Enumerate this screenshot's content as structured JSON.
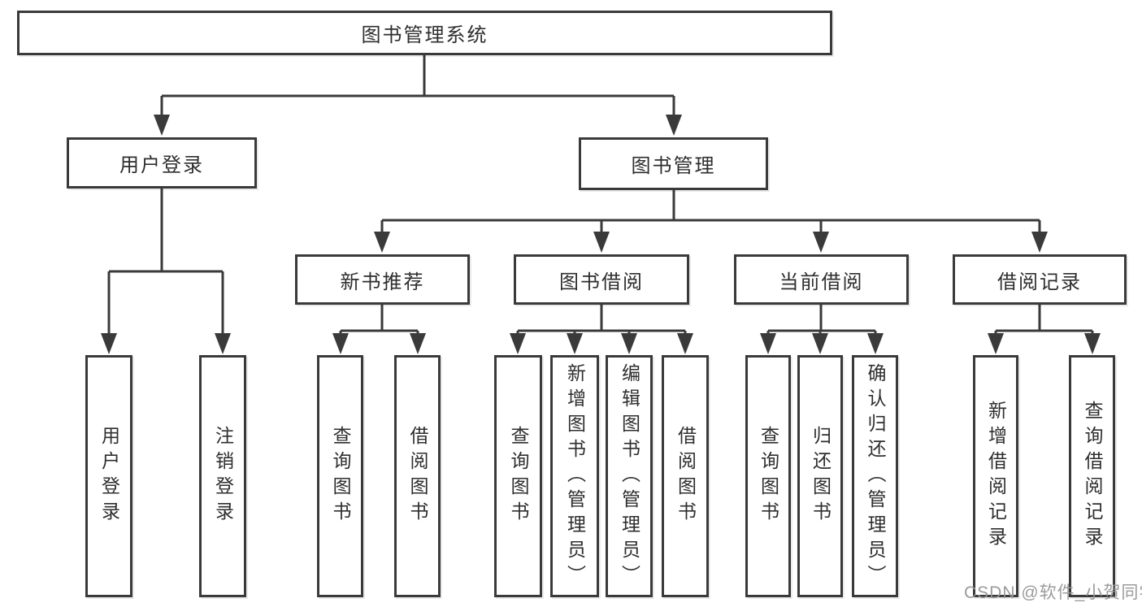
{
  "diagram": {
    "root": "图书管理系统",
    "level1": {
      "user_login": "用户登录",
      "book_management": "图书管理"
    },
    "level2": {
      "new_book_recommend": "新书推荐",
      "book_borrow": "图书借阅",
      "current_borrow": "当前借阅",
      "borrow_records": "借阅记录"
    },
    "leaves": {
      "user_login": "用户登录",
      "logout": "注销登录",
      "query_books_1": "查询图书",
      "borrow_books_1": "借阅图书",
      "query_books_2": "查询图书",
      "add_books_admin": "新增图书（管理员）",
      "edit_books_admin": "编辑图书（管理员）",
      "borrow_books_2": "借阅图书",
      "query_books_3": "查询图书",
      "return_books": "归还图书",
      "confirm_return_admin": "确认归还（管理员）",
      "add_borrow_record": "新增借阅记录",
      "query_borrow_record": "查询借阅记录"
    }
  },
  "watermark": "CSDN @软件_小贺同学",
  "colors": {
    "line": "#3a3a3a",
    "text": "#2e2e2e",
    "watermark": "#969696"
  }
}
